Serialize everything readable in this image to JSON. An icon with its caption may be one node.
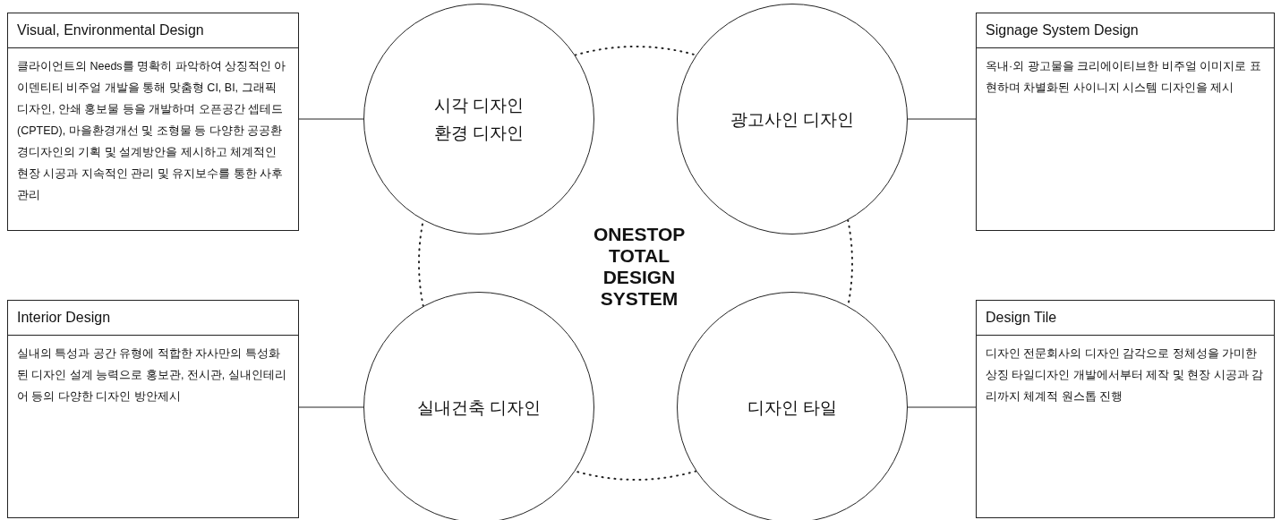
{
  "diagram": {
    "nodes": [
      {
        "text": [
          "Visual, Environmental Design",
          "클라이언트의 Needs를 명확히 파악하여 상징적인 아이덴티티 비주얼 개발을 통해 맞춤형 CI, BI, 그래픽 디자인, 안쇄 홍보물 등을 개발하며 오픈공간 셉테드(CPTED), 마을환경개선 및 조형물 등 다양한 공공환경디자인의 기획 및 설계방안을 제시하고 체계적인 현장 시공과 지속적인 관리 및 유지보수를 통한 사후관리"
        ]
      },
      {
        "text": [
          "시각 디자인 환경 디자인"
        ]
      },
      {
        "text": [
          "광고사인 디자인"
        ]
      },
      {
        "text": [
          "Signage System Design",
          "옥내·외 광고물을 크리에이티브한 비주얼 이미지로 표현하며 차별화된 사이니지 시스템 디자인을 제시"
        ]
      },
      {
        "text": [
          "Interior Design",
          "실내의 특성과 공간 유형에 적합한 자사만의 특성화된 디자인 설계 능력으로 홍보관, 전시관, 실내인테리어 등의 다양한 디자인 방안제시"
        ]
      },
      {
        "text": [
          "실내건축 디자인"
        ]
      },
      {
        "text": [
          "디자인 타일"
        ]
      },
      {
        "text": [
          "Design Tile",
          "디자인 전문회사의 디자인 감각으로 정체성을 가미한 상징 타일디자인 개발에서부터 제작 및 현장 시공과 감리까지 체계적 원스톱 진행"
        ]
      }
    ],
    "edges": [
      {
        "from": 0,
        "to": 1,
        "arrow": "none"
      },
      {
        "from": 2,
        "to": 3,
        "arrow": "none"
      },
      {
        "from": 1,
        "to": 2,
        "arrow": "none",
        "style": "dashed"
      },
      {
        "from": 2,
        "to": 6,
        "arrow": "none",
        "style": "dashed"
      },
      {
        "from": 6,
        "to": 5,
        "arrow": "none",
        "style": "dashed"
      },
      {
        "from": 5,
        "to": 1,
        "arrow": "none",
        "style": "dashed"
      },
      {
        "from": 4,
        "to": 5,
        "arrow": "none"
      },
      {
        "from": 6,
        "to": 7,
        "arrow": "none"
      }
    ],
    "labels": [
      "ONESTOP TOTAL DESIGN SYSTEM"
    ]
  }
}
